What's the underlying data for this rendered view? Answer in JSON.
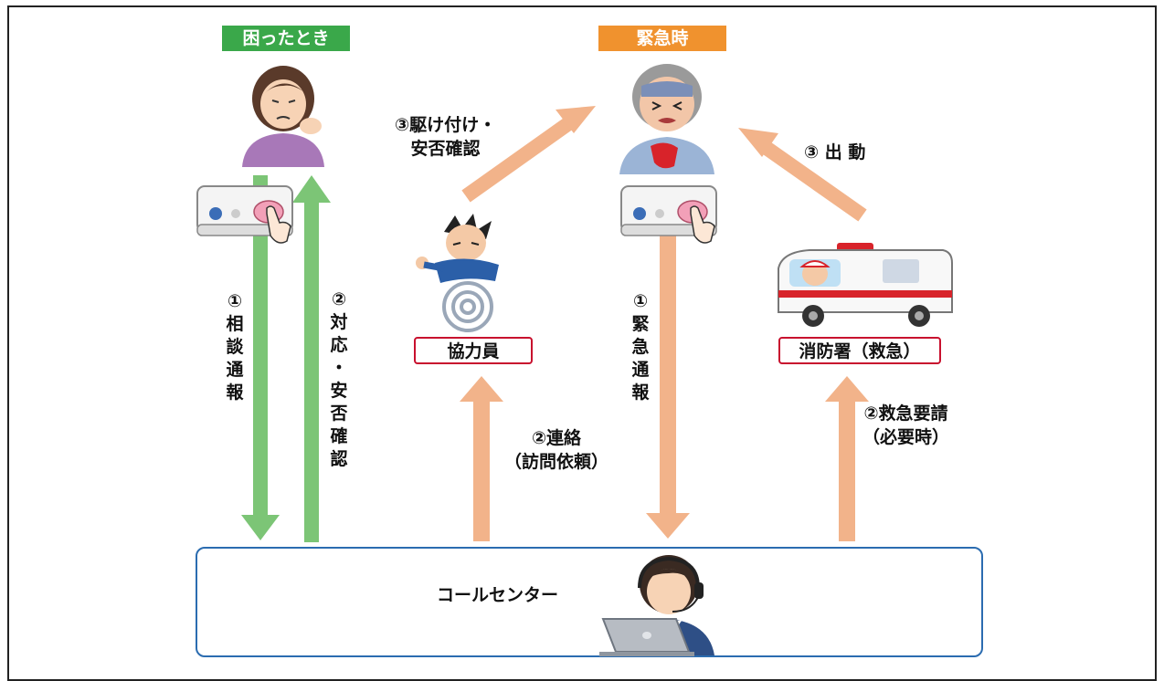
{
  "badges": {
    "trouble": "困ったとき",
    "emergency": "緊急時"
  },
  "colors": {
    "green": "#7cc576",
    "orange": "#f2b38a",
    "badge_green": "#3aa84a",
    "badge_orange": "#f0922e",
    "box_border": "#c8102e",
    "callcenter_border": "#2b6cb0"
  },
  "labels": {
    "cooperator": "協力員",
    "fire_station": "消防署（救急）",
    "call_center": "コールセンター"
  },
  "arrows": {
    "consult": "①\n相\n談\n通\n報",
    "response": "②\n対\n応\n・\n安\n否\n確\n認",
    "emergency_call": "①\n緊\n急\n通\n報",
    "rush": "③駆け付け・\n安否確認",
    "dispatch": "③ 出 動",
    "contact": "②連絡\n（訪問依頼）",
    "ambulance_request": "②救急要請\n（必要時）"
  },
  "illustrations": [
    "worried-woman",
    "emergency-device",
    "sick-elderly-man",
    "running-helper",
    "ambulance",
    "call-center-operator",
    "laptop"
  ]
}
